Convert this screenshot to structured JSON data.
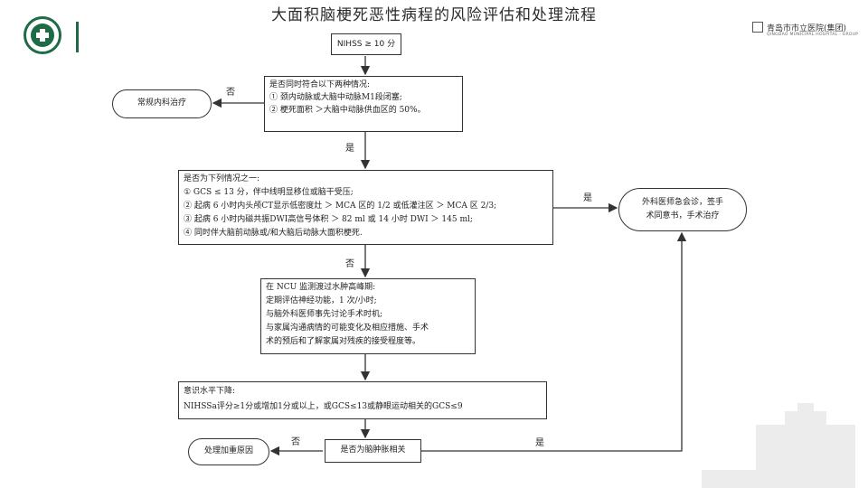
{
  "title": "大面积脑梗死恶性病程的风险评估和处理流程",
  "hospital": {
    "name_cn": "青岛市市立医院(集团)",
    "name_en": "QINGDAO MUNICIPAL HOSPITAL · GROUP"
  },
  "flow": {
    "start": "NIHSS ≥ 10 分",
    "q1": {
      "lines": [
        "是否同时符合以下两种情况:",
        "① 颈内动脉或大脑中动脉M1段闭塞;",
        "② 梗死面积 ＞大脑中动脉供血区的 50%。"
      ]
    },
    "routine": "常规内科治疗",
    "q2": {
      "lines": [
        "是否为下列情况之一:",
        "① GCS ≤ 13 分，伴中线明显移位或脑干受压;",
        "② 起病 6 小时内头颅CT显示低密度灶 ＞ MCA 区的 1/2 或低灌注区 ＞ MCA 区 2/3;",
        "③ 起病 6 小时内磁共振DWI高信号体积 ＞ 82 ml 或 14 小时 DWI ＞ 145 ml;",
        "④ 同时伴大脑前动脉或/和大脑后动脉大面积梗死."
      ]
    },
    "surgery": [
      "外科医师急会诊，签手",
      "术同意书，手术治疗"
    ],
    "monitor": {
      "lines": [
        "在 NCU 监测渡过水肿高峰期:",
        "定期评估神经功能，1 次/小时;",
        "与脑外科医师事先讨论手术时机;",
        "与家属沟通病情的可能变化及相应措施、手术",
        "术的预后和了解家属对残疾的接受程度等。"
      ]
    },
    "decline": {
      "lines": [
        "意识水平下降:",
        "NIHSSa评分≥1分或增加1分或以上，或GCS≤13或静眼运动相关的GCS≤9"
      ]
    },
    "q3": "是否为脑肿胀相关",
    "other_cause": "处理加重原因",
    "labels": {
      "no1": "否",
      "yes1": "是",
      "yes2": "是",
      "no2": "否",
      "no3": "否",
      "yes3": "是"
    }
  }
}
